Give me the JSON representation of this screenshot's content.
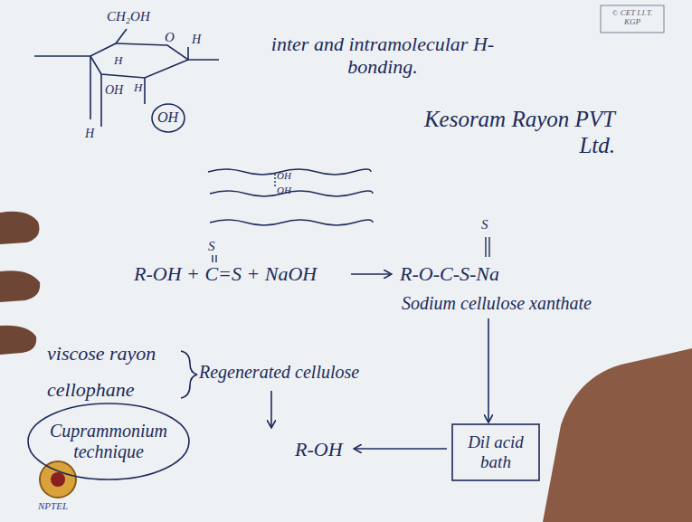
{
  "diagram": {
    "nodes": [
      {
        "text": [
          "OH"
        ]
      },
      {
        "text": [
          "Dil acid bath"
        ]
      },
      {
        "text": [
          "Cuprammonium technique"
        ]
      }
    ],
    "labels": [
      "© CET I.I.T. KGP",
      "CH₂OH",
      "O",
      "H",
      "H",
      "OH",
      "H",
      "H",
      "inter and intramolecular H-bonding.",
      "Kesoram Rayon PVT Ltd.",
      "OH",
      "OH",
      "S",
      "R-OH + C=S + NaOH",
      "S",
      "R-O-C-S-Na",
      "Sodium cellulose xanthate",
      "viscose rayon",
      "cellophane",
      "Regenerated cellulose",
      "R-OH",
      "NPTEL"
    ]
  }
}
